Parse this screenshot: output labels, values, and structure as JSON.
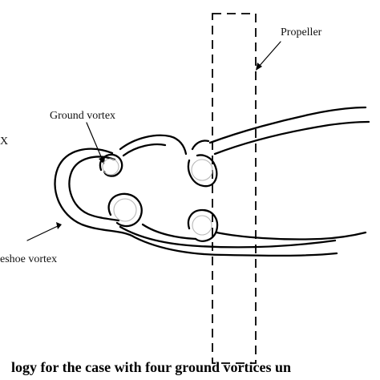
{
  "labels": {
    "propeller": "Propeller",
    "ground_vortex": "Ground vortex",
    "left_fragment": "X",
    "horseshoe_vortex": "eshoe vortex"
  },
  "caption": "logy for the case with four ground vortices un"
}
